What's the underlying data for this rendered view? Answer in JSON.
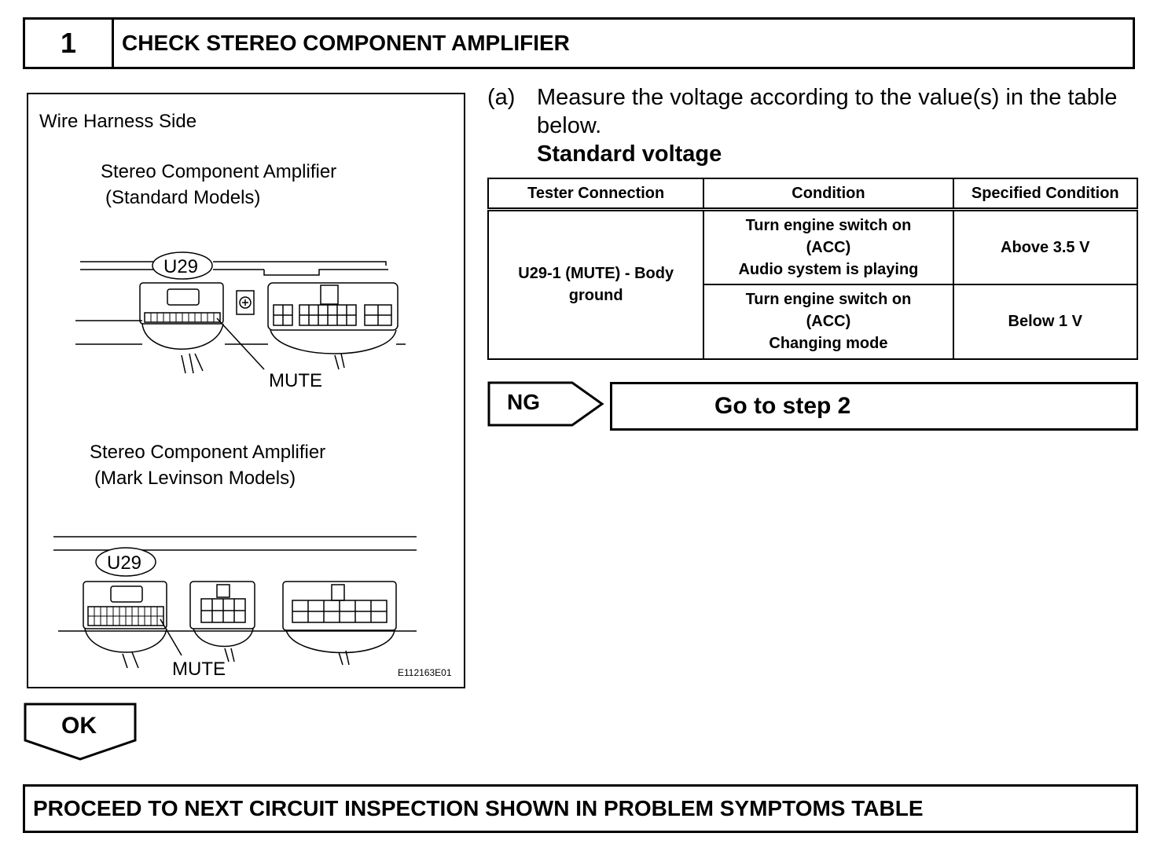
{
  "step": {
    "number": "1",
    "title": "CHECK STEREO COMPONENT AMPLIFIER"
  },
  "figure": {
    "heading": "Wire Harness Side",
    "standard_title_line1": "Stereo Component Amplifier",
    "standard_title_line2": "(Standard Models)",
    "levinson_title_line1": "Stereo Component Amplifier",
    "levinson_title_line2": "(Mark Levinson Models)",
    "connector_label": "U29",
    "pin_label": "MUTE",
    "figure_code": "E112163E01"
  },
  "instruction": {
    "label": "(a)",
    "text": "Measure the voltage according to the value(s) in the table below.",
    "subheading": "Standard voltage"
  },
  "table": {
    "headers": [
      "Tester Connection",
      "Condition",
      "Specified Condition"
    ],
    "tester_connection": "U29-1 (MUTE) - Body ground",
    "rows": [
      {
        "condition_lines": [
          "Turn engine switch on",
          "(ACC)",
          "Audio system is playing"
        ],
        "specified": "Above 3.5 V"
      },
      {
        "condition_lines": [
          "Turn engine switch on",
          "(ACC)",
          "Changing mode"
        ],
        "specified": "Below 1 V"
      }
    ]
  },
  "ng": {
    "label": "NG",
    "action": "Go to step 2"
  },
  "ok": {
    "label": "OK"
  },
  "proceed": {
    "text": "PROCEED TO NEXT CIRCUIT INSPECTION SHOWN IN PROBLEM SYMPTOMS TABLE"
  }
}
